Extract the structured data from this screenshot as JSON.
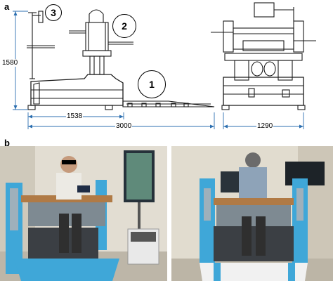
{
  "panels": {
    "a": "a",
    "b": "b"
  },
  "callouts": [
    "3",
    "2",
    "1"
  ],
  "dimensions": {
    "height": "1580",
    "base_length": "1538",
    "total_length": "3000",
    "width": "1290"
  },
  "colors": {
    "line": "#1a1a1a",
    "dim_line": "#2c6fb0",
    "device_blue": "#3fa7d8",
    "wall": "#d9d4c8",
    "floor": "#bdb6a8"
  }
}
